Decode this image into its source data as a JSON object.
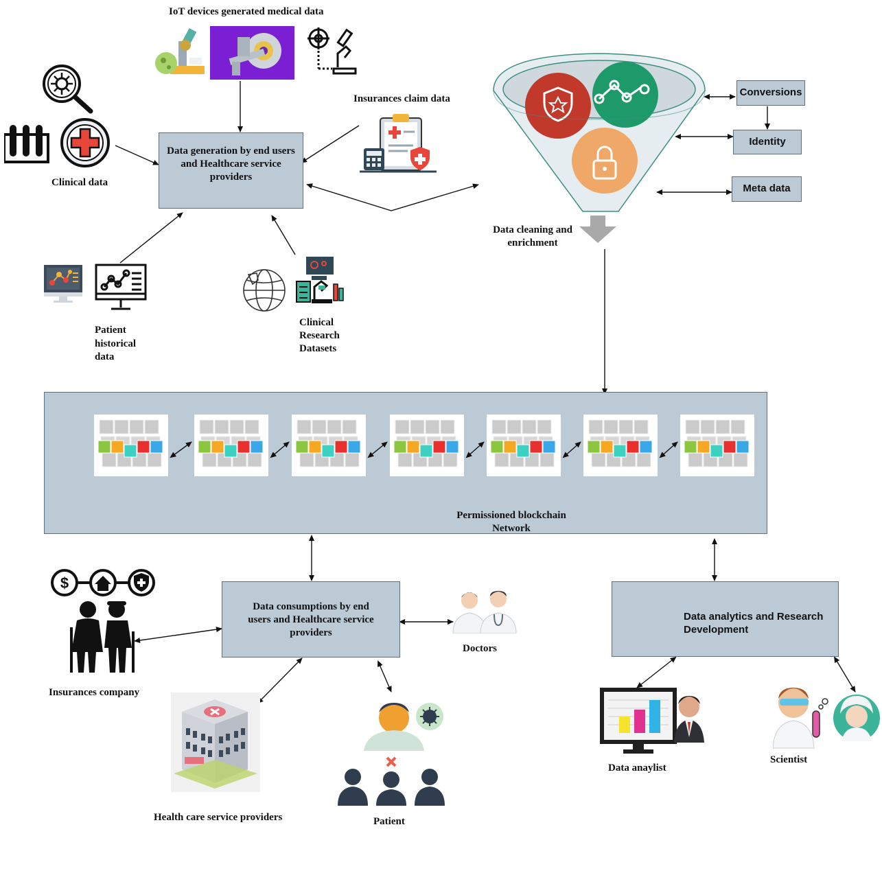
{
  "top": {
    "iot_title": "IoT devices generated medical data",
    "insurance_claim": "Insurances claim data",
    "clinical_data": "Clinical data",
    "patient_historical": [
      "Patient",
      "historical",
      "data"
    ],
    "clinical_research": [
      "Clinical",
      "Research",
      "Datasets"
    ],
    "generation_box": "Data generation by end users and Healthcare service providers"
  },
  "funnel": {
    "label": "Data cleaning and enrichment",
    "tags": [
      "Conversions",
      "Identity",
      "Meta data"
    ]
  },
  "blockchain": {
    "label_line1": "Permissioned blockchain",
    "label_line2": "Network",
    "block_count": 7
  },
  "bottom": {
    "consumption_box": "Data consumptions by end users and Healthcare service providers",
    "analytics_box": "Data analytics and Research Development",
    "insurance_company": "Insurances company",
    "doctors": "Doctors",
    "health_providers": "Health care service providers",
    "patient": "Patient",
    "data_analyst": "Data anaylist",
    "scientist": "Scientist"
  },
  "colors": {
    "box_fill": "#bccad6",
    "box_border": "#5c6f80",
    "funnel_red": "#c0392b",
    "funnel_green": "#1e9a6a",
    "funnel_orange": "#f0a868",
    "iot_purple": "#7b1fd4"
  },
  "icons": [
    "virus-magnifier-icon",
    "test-tubes-icon",
    "medical-cross-icon",
    "microscope-icon",
    "mri-scanner-icon",
    "lab-microscope-icon",
    "insurance-clipboard-icon",
    "monitor-chart-icon",
    "computer-network-icon",
    "globe-icon",
    "research-lab-icon",
    "security-shield-icon",
    "analytics-line-icon",
    "lock-icon",
    "down-arrow-icon",
    "blockchain-block-icon",
    "finance-icons",
    "elderly-couple-icon",
    "doctors-icon",
    "hospital-icon",
    "patient-icon",
    "people-group-icon",
    "analyst-monitor-icon",
    "scientist-icon"
  ]
}
